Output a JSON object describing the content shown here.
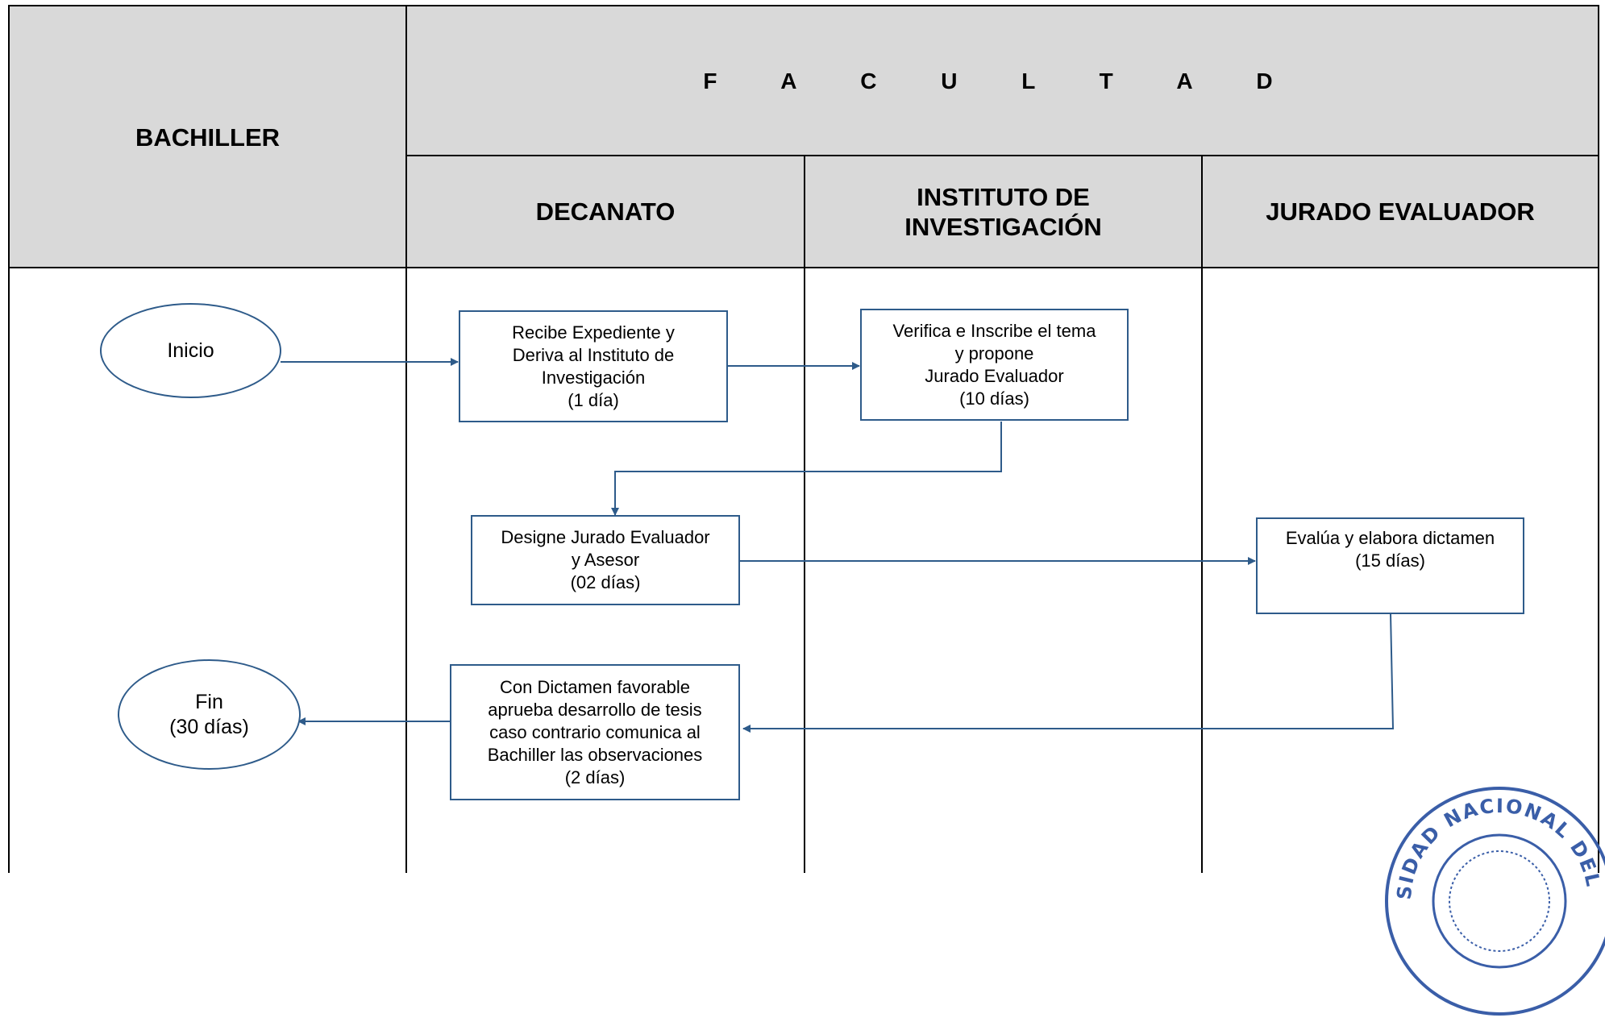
{
  "header": {
    "group_title": "F A C U L T A D",
    "lanes": {
      "bachiller": "BACHILLER",
      "decanato": "DECANATO",
      "instituto": "INSTITUTO DE\nINVESTIGACIÓN",
      "jurado": "JURADO EVALUADOR"
    }
  },
  "nodes": {
    "inicio": "Inicio",
    "recibe_expediente": "Recibe Expediente y\nDeriva al Instituto de\nInvestigación\n(1 día)",
    "verifica_inscribe": "Verifica e Inscribe el tema\ny propone\nJurado Evaluador\n(10 días)",
    "designe_jurado": "Designe Jurado Evaluador\ny Asesor\n(02 días)",
    "evalua_dictamen": "Evalúa  y elabora dictamen\n(15 días)",
    "con_dictamen": "Con Dictamen favorable\naprueba desarrollo de tesis\ncaso contrario comunica al\nBachiller las observaciones\n(2 días)",
    "fin": "Fin\n(30 días)"
  },
  "stamp": {
    "text": "UNIVERSIDAD NACIONAL DEL CALLAO",
    "color": "#3a5ea8"
  },
  "colors": {
    "header_bg": "#d9d9d9",
    "box_border": "#2e5b8a",
    "arrow": "#2e5b8a"
  }
}
